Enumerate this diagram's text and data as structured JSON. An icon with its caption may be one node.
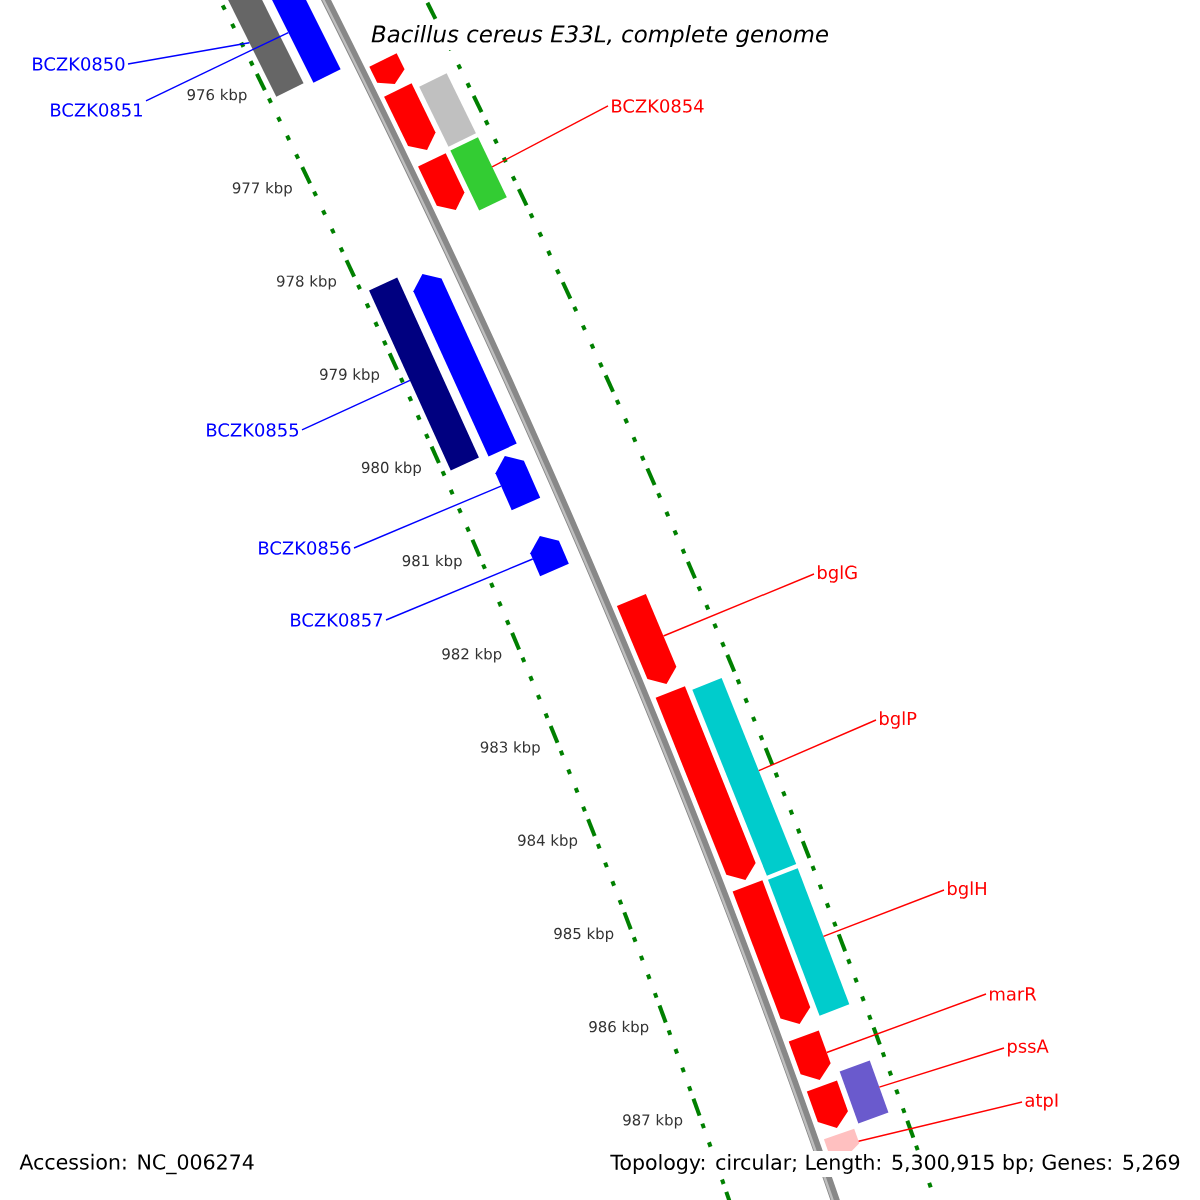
{
  "diagram": {
    "title": "*Bacillus cereus* E33L, complete genome",
    "nodes": [
      {
        "text": [
          "BCZK0850"
        ]
      },
      {
        "text": [],
        "shape": "bar"
      },
      {
        "text": [],
        "shape": "bar"
      },
      {
        "text": [
          "BCZK0851"
        ]
      },
      {
        "text": [],
        "shape": "bar"
      },
      {
        "text": [],
        "shape": "bar"
      },
      {
        "text": [],
        "shape": "bar"
      },
      {
        "text": [
          "BCZK0854"
        ]
      },
      {
        "text": [],
        "shape": "bar"
      },
      {
        "text": [],
        "shape": "bar"
      },
      {
        "text": [],
        "shape": "bar"
      },
      {
        "text": [],
        "shape": "bar"
      },
      {
        "text": [
          "BCZK0855"
        ]
      },
      {
        "text": [],
        "shape": "bar"
      },
      {
        "text": [
          "BCZK0856"
        ]
      },
      {
        "text": [],
        "shape": "bar"
      },
      {
        "text": [
          "BCZK0857"
        ]
      },
      {
        "text": [
          "bglG"
        ]
      },
      {
        "text": [],
        "shape": "bar"
      },
      {
        "text": [],
        "shape": "bar"
      },
      {
        "text": [],
        "shape": "bar"
      },
      {
        "text": [
          "bglP"
        ]
      },
      {
        "text": [
          "bglH"
        ]
      },
      {
        "text": [],
        "shape": "bar"
      },
      {
        "text": [],
        "shape": "bar"
      },
      {
        "text": [
          "marR"
        ]
      },
      {
        "text": [],
        "shape": "bar"
      },
      {
        "text": [
          "pssA"
        ]
      },
      {
        "text": [],
        "shape": "bar"
      },
      {
        "text": [],
        "shape": "bar"
      },
      {
        "text": [
          "atpI"
        ]
      },
      {
        "text": [],
        "shape": "bar"
      }
    ],
    "edges": [
      {
        "from": 0,
        "to": 1,
        "arrow": "none",
        "color": "#0000ff"
      },
      {
        "from": 3,
        "to": 2,
        "arrow": "none",
        "color": "#0000ff"
      },
      {
        "from": 7,
        "to": 8,
        "arrow": "none"
      },
      {
        "from": 12,
        "to": 11,
        "arrow": "none",
        "color": "#0000ff"
      },
      {
        "from": 14,
        "to": 13,
        "arrow": "none",
        "color": "#0000ff"
      },
      {
        "from": 16,
        "to": 15,
        "arrow": "none",
        "color": "#0000ff"
      },
      {
        "from": 17,
        "to": 18,
        "arrow": "none"
      },
      {
        "from": 21,
        "to": 20,
        "arrow": "none"
      },
      {
        "from": 22,
        "to": 24,
        "arrow": "none"
      },
      {
        "from": 25,
        "to": 26,
        "arrow": "none"
      },
      {
        "from": 27,
        "to": 28,
        "arrow": "none"
      },
      {
        "from": 30,
        "to": 31,
        "arrow": "none"
      }
    ],
    "labels": [
      "976 kbp",
      "977 kbp",
      "978 kbp",
      "979 kbp",
      "980 kbp",
      "981 kbp",
      "982 kbp",
      "983 kbp",
      "984 kbp",
      "985 kbp",
      "986 kbp",
      "987 kbp",
      "Accession: NC_006274",
      "Topology: circular; Length: 5,300,915 bp; Genes: 5,269"
    ]
  }
}
